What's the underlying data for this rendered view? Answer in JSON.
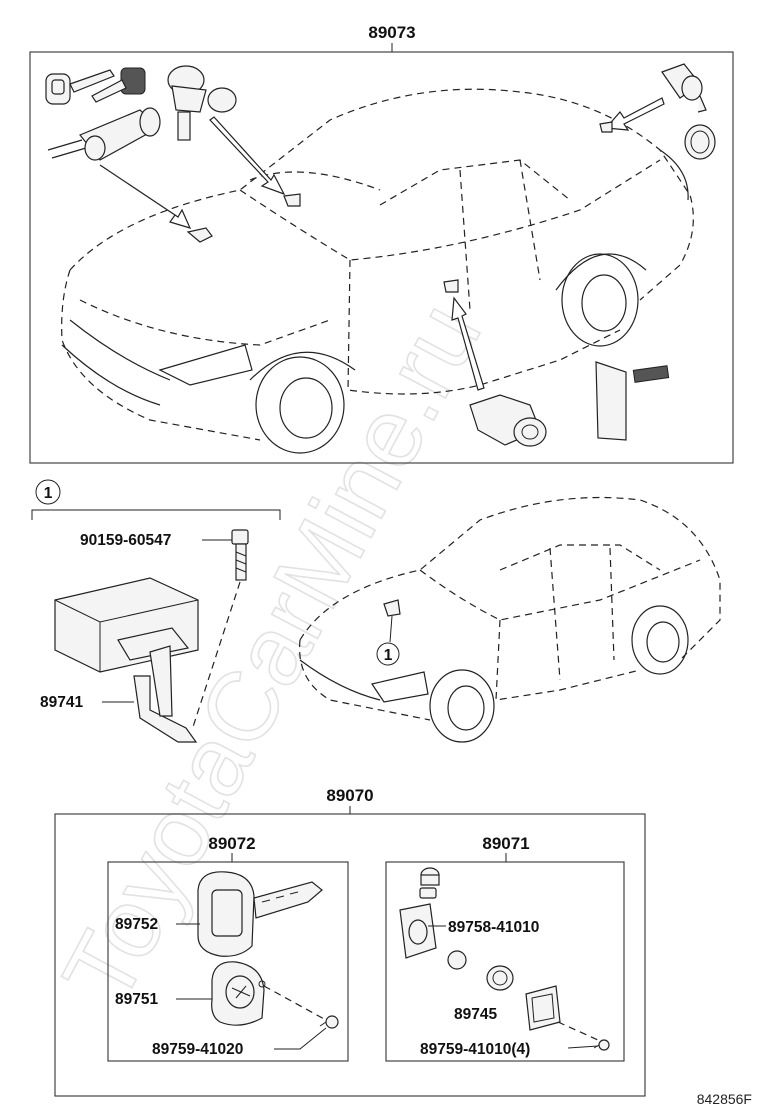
{
  "watermark": "ToyotaCarMine.ru",
  "sections": {
    "top": {
      "label": "89073"
    },
    "mid": {
      "callout": "1",
      "bolt_label": "90159-60547",
      "bracket_label": "89741",
      "car_callout": "1"
    },
    "bottom": {
      "label": "89070",
      "left_box": {
        "label": "89072",
        "parts": [
          "89752",
          "89751",
          "89759-41020"
        ]
      },
      "right_box": {
        "label": "89071",
        "parts": [
          "89758-41010",
          "89745",
          "89759-41010(4)"
        ]
      }
    }
  },
  "figure_code": "842856F"
}
